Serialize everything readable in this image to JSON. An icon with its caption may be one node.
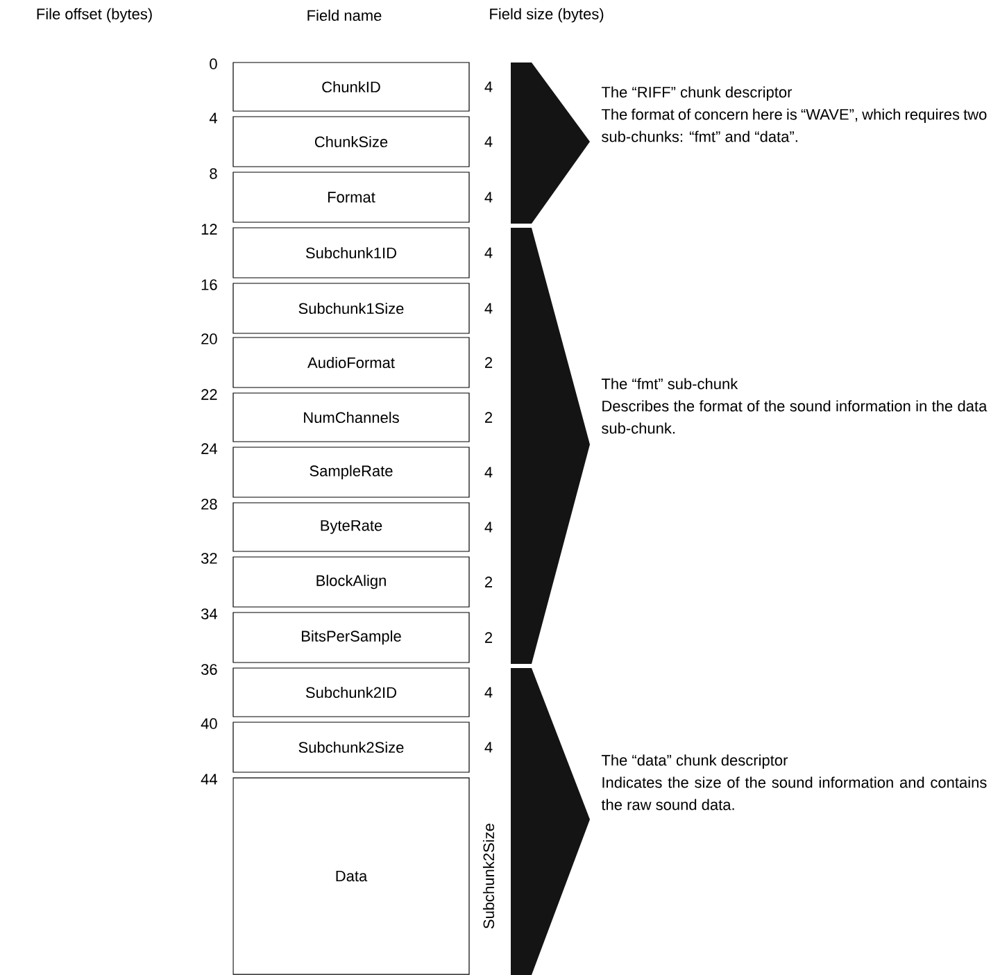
{
  "diagram": {
    "nodes": [
      {
        "text": [
          "ChunkID"
        ],
        "beside": [
          "4"
        ]
      },
      {
        "text": [
          "ChunkSize"
        ],
        "beside": [
          "4"
        ]
      },
      {
        "text": [
          "Format"
        ],
        "beside": [
          "4"
        ]
      },
      {
        "text": [
          "Subchunk1ID"
        ],
        "beside": [
          "4"
        ]
      },
      {
        "text": [
          "Subchunk1Size"
        ],
        "beside": [
          "4"
        ]
      },
      {
        "text": [
          "AudioFormat"
        ],
        "beside": [
          "2"
        ]
      },
      {
        "text": [
          "NumChannels"
        ],
        "beside": [
          "2"
        ]
      },
      {
        "text": [
          "SampleRate"
        ],
        "beside": [
          "4"
        ]
      },
      {
        "text": [
          "ByteRate"
        ],
        "beside": [
          "4"
        ]
      },
      {
        "text": [
          "BlockAlign"
        ],
        "beside": [
          "2"
        ]
      },
      {
        "text": [
          "BitsPerSample"
        ],
        "beside": [
          "2"
        ]
      },
      {
        "text": [
          "Subchunk2ID"
        ],
        "beside": [
          "4"
        ]
      },
      {
        "text": [
          "Subchunk2Size"
        ],
        "beside": [
          "4"
        ]
      },
      {
        "text": [
          "Data"
        ],
        "beside": [
          "Subchunk2Size"
        ]
      },
      {
        "text": [
          "The “RIFF” chunk descriptor",
          "The format of concern here is “WAVE”, which requires two sub-chunks: “fmt” and “data”."
        ]
      },
      {
        "text": [
          "The “fmt” sub-chunk",
          "Describes the format of the sound information in the data sub-chunk."
        ]
      },
      {
        "text": [
          "The “data” chunk descriptor",
          "Indicates the size of the sound information and contains the raw sound data."
        ]
      }
    ],
    "labels": [
      "File offset (bytes)",
      "Field name",
      "Field size (bytes)",
      "0",
      "4",
      "8",
      "12",
      "16",
      "20",
      "22",
      "24",
      "28",
      "32",
      "34",
      "36",
      "40",
      "44"
    ]
  }
}
